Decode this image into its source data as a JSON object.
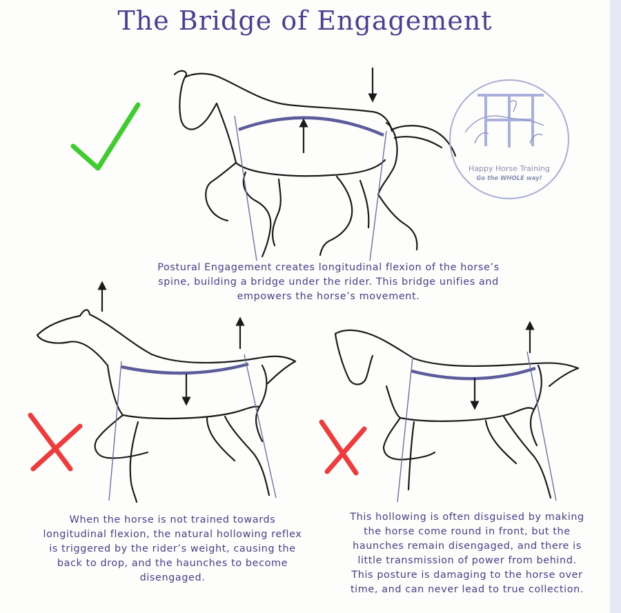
{
  "title": "The Bridge of Engagement",
  "logo": {
    "name": "Happy Horse Training",
    "tagline": "Go the WHOLE way!"
  },
  "panels": [
    {
      "id": "engaged",
      "verdict": "correct",
      "mark_color": "#3fcc2e",
      "caption": "Postural Engagement creates longitudinal flexion of the horse’s\nspine, building a bridge under the rider. This bridge unifies and\nempowers the horse’s movement."
    },
    {
      "id": "hollow-head-up",
      "verdict": "incorrect",
      "mark_color": "#ef3b3b",
      "caption": "When the horse is not trained towards\nlongitudinal flexion, the natural hollowing reflex\nis triggered by the rider’s weight, causing the\nback to drop, and the haunches to become\ndisengaged."
    },
    {
      "id": "hollow-round-front",
      "verdict": "incorrect",
      "mark_color": "#ef3b3b",
      "caption": "This hollowing is often disguised by making\nthe horse come round in front, but the\nhaunches remain disengaged, and there is\nlittle transmission of power from behind.\nThis posture is damaging to the horse over\ntime, and can never lead to true collection."
    }
  ],
  "colors": {
    "title": "#4a3f94",
    "caption": "#4b3c8f",
    "bridge_arc": "#5c5c9c",
    "leg_lines": "#6e6ea8",
    "outline": "#1a1a1a"
  }
}
